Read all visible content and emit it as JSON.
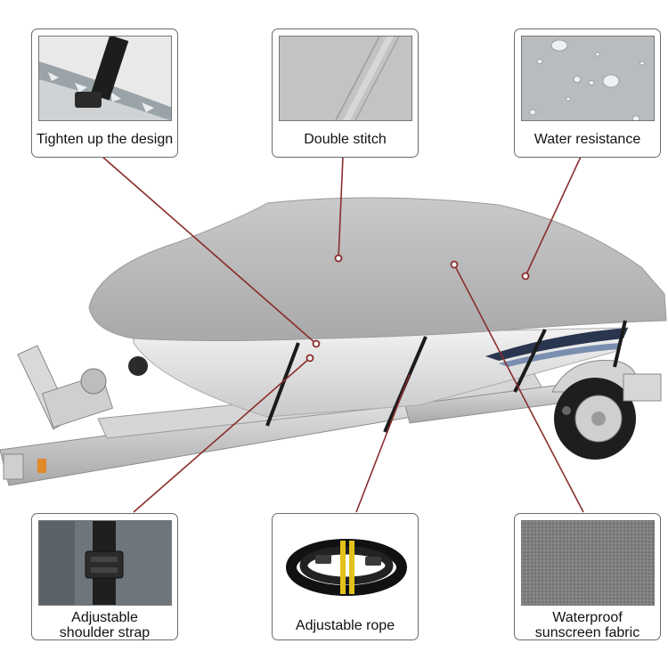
{
  "features": {
    "top_left": {
      "label": "Tighten up the design",
      "icon": "strap-buckle-photo"
    },
    "top_center": {
      "label": "Double stitch",
      "icon": "stitch-seam-photo"
    },
    "top_right": {
      "label": "Water resistance",
      "icon": "water-droplets-photo"
    },
    "bottom_left": {
      "label": "Adjustable\nshoulder strap",
      "icon": "shoulder-strap-buckle-photo"
    },
    "bottom_center": {
      "label": "Adjustable rope",
      "icon": "coiled-rope-photo"
    },
    "bottom_right": {
      "label": "Waterproof\nsunscreen fabric",
      "icon": "fabric-texture-photo"
    }
  },
  "colors": {
    "cover_gray": "#b8b8b8",
    "pointer_line": "#8a2e2e",
    "card_border": "#6b6b6b"
  }
}
